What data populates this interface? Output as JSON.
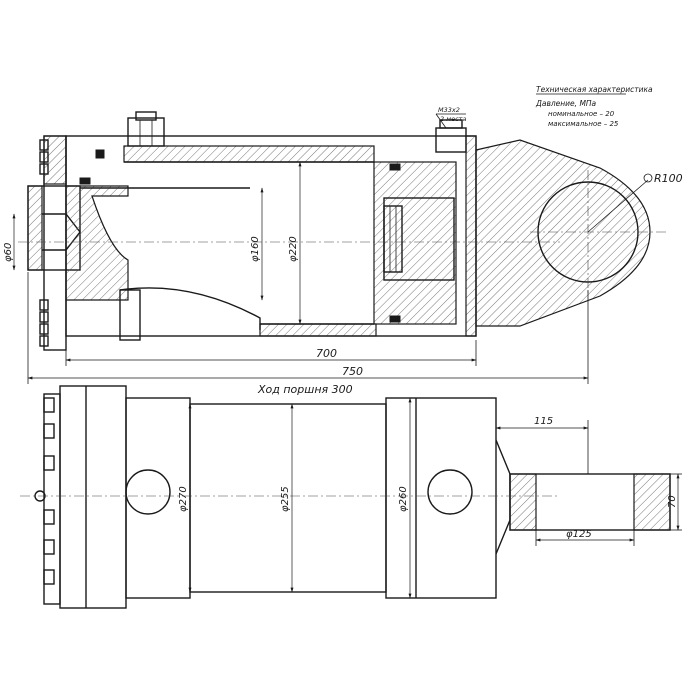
{
  "notes": {
    "title": "Техническая характеристика",
    "pressure_label": "Давление, МПа",
    "nominal": "номинальное – 20",
    "maximum": "максимальное – 25",
    "port_thread": "М33х2",
    "port_places": "2 места"
  },
  "dims": {
    "rod_diameter": "φ60",
    "piston_diameter": "φ160",
    "bore_diameter": "φ220",
    "eye_radius": "R100",
    "length_inner": "700",
    "length_total": "750",
    "stroke": "Ход поршня 300",
    "flange_diameter": "φ270",
    "tube_diameter": "φ255",
    "head_diameter": "φ260",
    "eye_offset": "115",
    "eye_width": "70",
    "eye_bore": "φ125"
  },
  "colors": {
    "line": "#1a1a1a",
    "background": "#ffffff"
  }
}
